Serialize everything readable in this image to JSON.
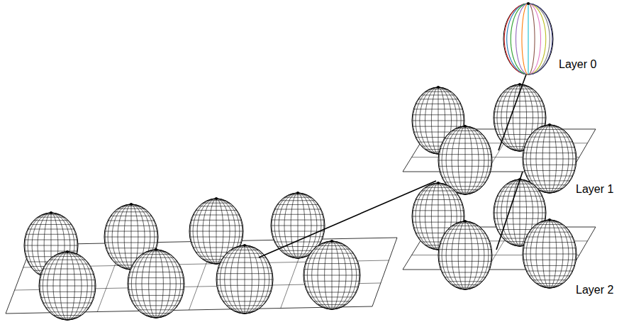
{
  "diagram": {
    "labels": [
      "Layer 0",
      "Layer 1",
      "Layer 2"
    ]
  }
}
